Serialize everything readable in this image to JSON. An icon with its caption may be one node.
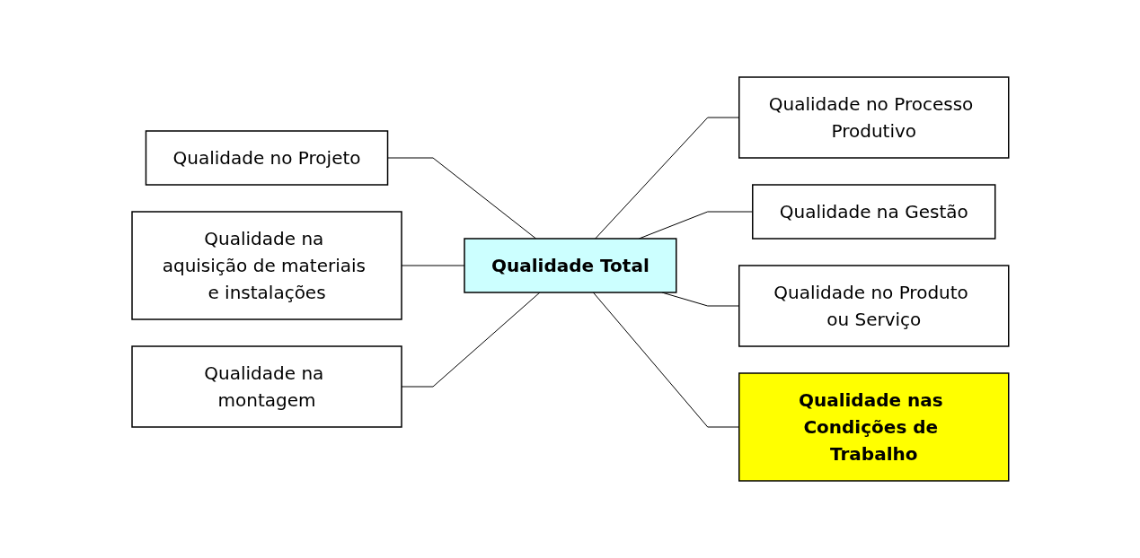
{
  "diagram": {
    "nodes": [
      {
        "text": [
          "Qualidade no Projeto"
        ]
      },
      {
        "text": [
          "Qualidade no Processo Produtivo"
        ]
      },
      {
        "text": [
          "Qualidade na aquisição de materiais e instalações"
        ]
      },
      {
        "text": [
          "Qualidade Total"
        ]
      },
      {
        "text": [
          "Qualidade na Gestão"
        ]
      },
      {
        "text": [
          "Qualidade na montagem"
        ]
      },
      {
        "text": [
          "Qualidade no Produto ou Serviço"
        ]
      },
      {
        "text": [
          "Qualidade nas Condições de Trabalho"
        ]
      }
    ],
    "edges": [
      {
        "from": 0,
        "to": 3,
        "arrow": "none"
      },
      {
        "from": 3,
        "to": 1,
        "arrow": "none"
      },
      {
        "from": 2,
        "to": 3,
        "arrow": "none"
      },
      {
        "from": 3,
        "to": 4,
        "arrow": "none"
      },
      {
        "from": 5,
        "to": 3,
        "arrow": "none"
      },
      {
        "from": 3,
        "to": 6,
        "arrow": "none"
      },
      {
        "from": 3,
        "to": 7,
        "arrow": "none"
      }
    ]
  }
}
